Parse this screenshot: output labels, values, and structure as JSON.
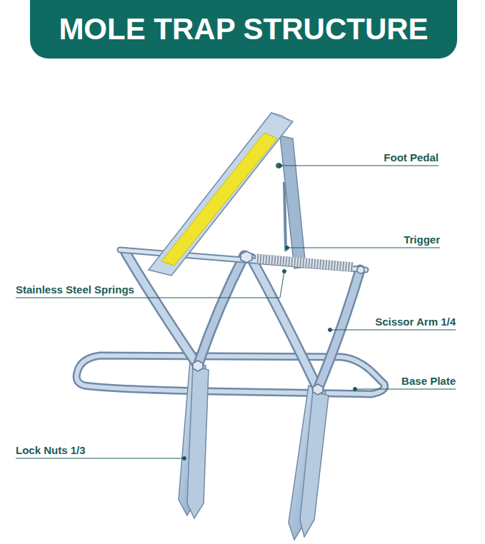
{
  "diagram": {
    "title": "MOLE TRAP STRUCTURE",
    "labels": [
      "Foot Pedal",
      "Trigger",
      "Stainless Steel Springs",
      "Scissor Arm 1/4",
      "Base Plate",
      "Lock Nuts 1/3"
    ]
  }
}
